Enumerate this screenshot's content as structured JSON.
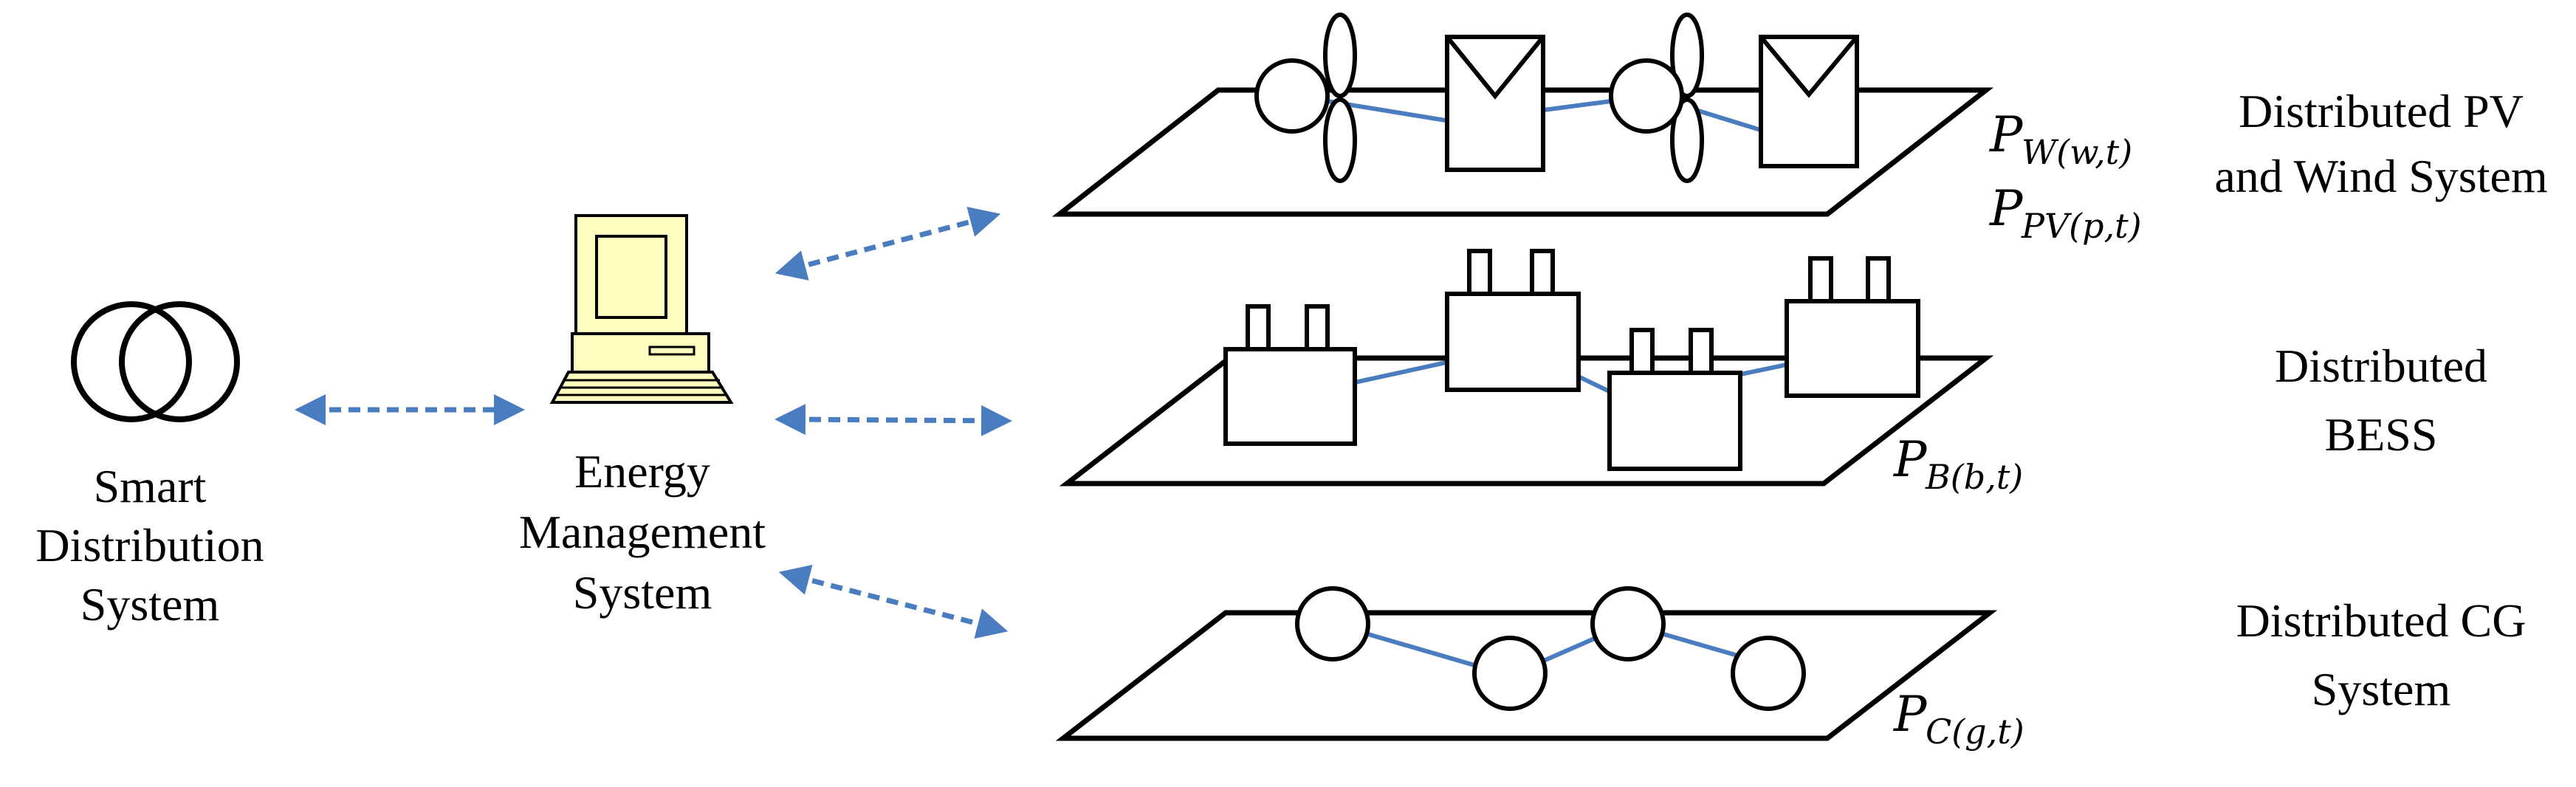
{
  "left_label": {
    "line1": "Smart",
    "line2": "Distribution",
    "line3": "System"
  },
  "ems_label": {
    "line1": "Energy",
    "line2": "Management",
    "line3": "System"
  },
  "layers": [
    {
      "title_line1": "Distributed PV",
      "title_line2": "and Wind System",
      "var1_base": "P",
      "var1_sub": "W(w,t)",
      "var2_base": "P",
      "var2_sub": "PV(p,t)"
    },
    {
      "title_line1": "Distributed",
      "title_line2": "BESS",
      "var1_base": "P",
      "var1_sub": "B(b,t)"
    },
    {
      "title_line1": "Distributed CG",
      "title_line2": "System",
      "var1_base": "P",
      "var1_sub": "C(g,t)"
    }
  ],
  "colors": {
    "link_blue": "#4a7cc0",
    "computer_yellow": "#ffffc0"
  },
  "icons": [
    "transformer-icon",
    "computer-icon",
    "wind-turbine-icon",
    "pv-panel-icon",
    "battery-icon",
    "generator-icon"
  ]
}
